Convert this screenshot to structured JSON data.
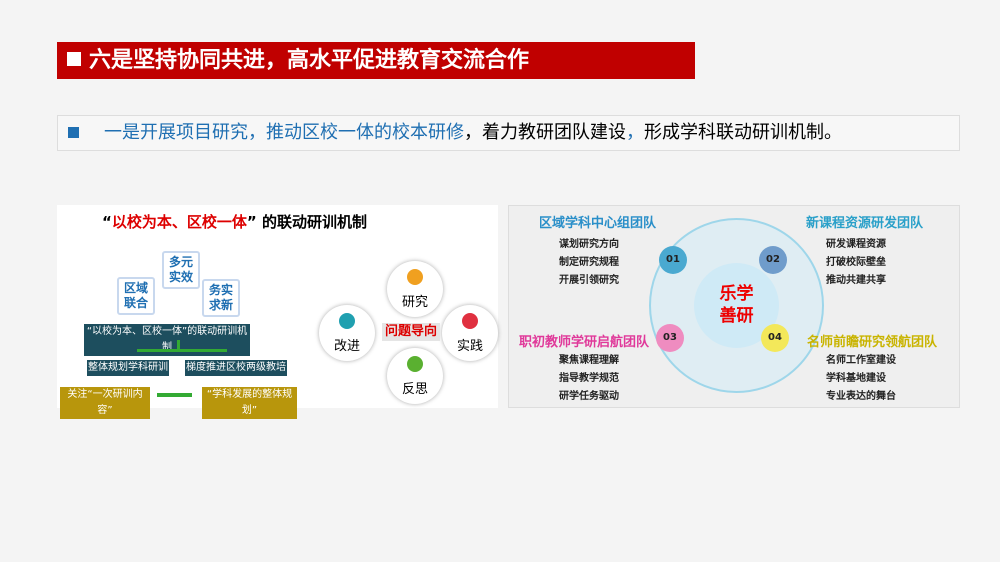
{
  "title": "六是坚持协同共进，高水平促进教育交流合作",
  "subtitle": {
    "part1": "一是开展项目研究，推动区校一体的校本研修",
    "part2": "，着力教研团队建设",
    "part3": "，",
    "part4": "形成学科联动研训机制。"
  },
  "left": {
    "heading_q1": "“",
    "heading_red": "以校为本、区校一体",
    "heading_rest": "” 的联动研训机制",
    "boxes": [
      "区域联合",
      "多元实效",
      "务实求新"
    ],
    "mechanism": "“以校为本、区校一体”的联动研训机制",
    "branch1": "整体规划学科研训",
    "branch2": "梯度推进区校两级教培",
    "focus_from": "关注“一次研训内容”",
    "focus_to": "“学科发展的整体规划”",
    "cycle": [
      "研究",
      "实践",
      "反思",
      "改进"
    ],
    "center": "问题导向"
  },
  "right": {
    "center": [
      "乐学",
      "善研"
    ],
    "teams": [
      {
        "num": "01",
        "name": "区域学科中心组团队",
        "items": [
          "谋划研究方向",
          "制定研究规程",
          "开展引领研究"
        ],
        "color": "#2a8fc9"
      },
      {
        "num": "02",
        "name": "新课程资源研发团队",
        "items": [
          "研发课程资源",
          "打破校际壁垒",
          "推动共建共享"
        ],
        "color": "#2aa0c9"
      },
      {
        "num": "03",
        "name": "职初教师学研启航团队",
        "items": [
          "聚焦课程理解",
          "指导教学规范",
          "研学任务驱动"
        ],
        "color": "#e0399a"
      },
      {
        "num": "04",
        "name": "名师前瞻研究领航团队",
        "items": [
          "名师工作室建设",
          "学科基地建设",
          "专业表达的舞台"
        ],
        "color": "#c9b400"
      }
    ]
  }
}
